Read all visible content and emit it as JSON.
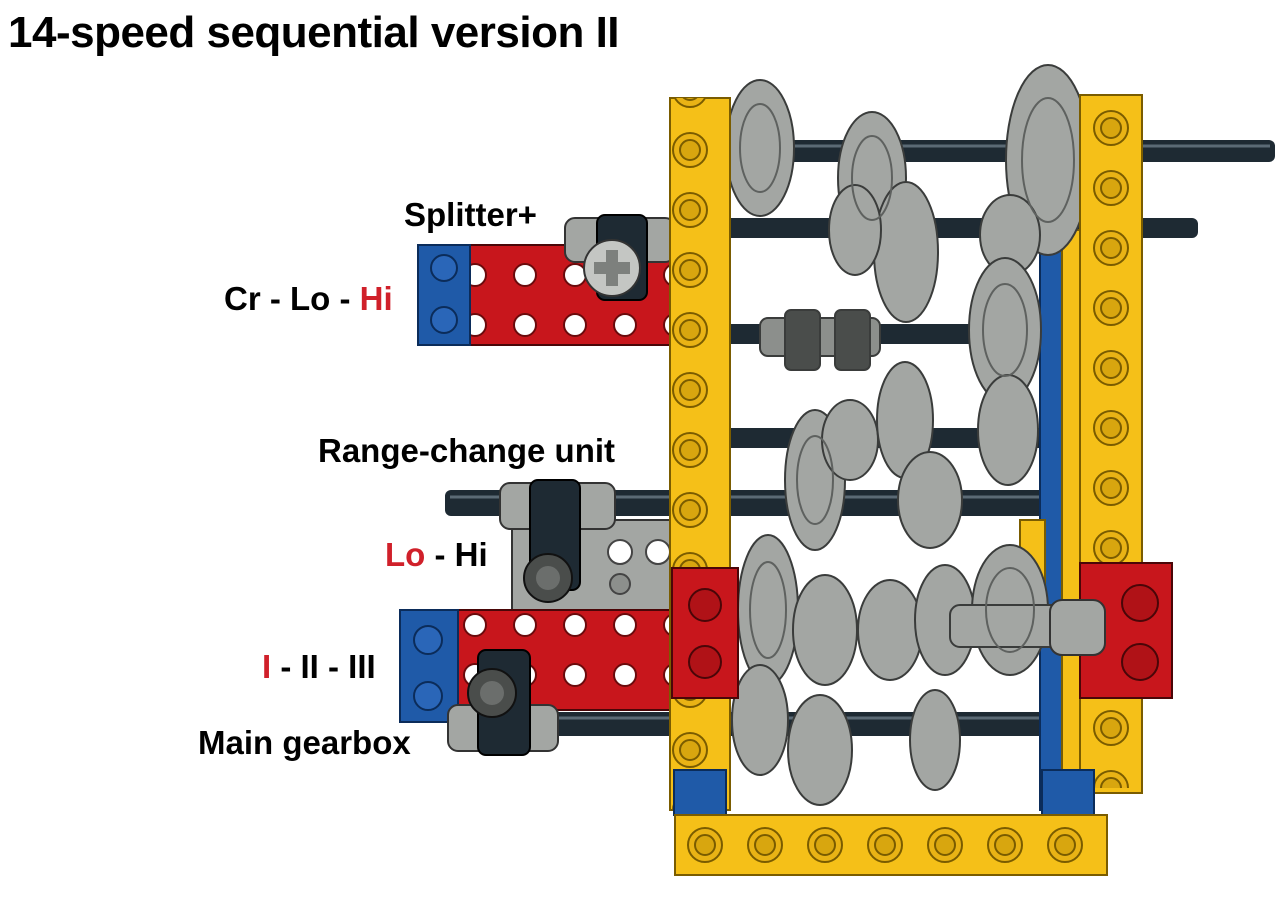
{
  "title": "14-speed sequential version II",
  "labels": {
    "splitter": "Splitter+",
    "cr_lo_hi": {
      "a": "Cr - Lo - ",
      "b": "Hi"
    },
    "range_change": "Range-change unit",
    "lo_hi": {
      "a": "Lo",
      "b": " - Hi"
    },
    "gears": {
      "a": "I",
      "b": " - II - III"
    },
    "main_gearbox": "Main gearbox"
  },
  "colors": {
    "yellow": "#f5c018",
    "red": "#c8161c",
    "blue": "#1f5aa8",
    "gray": "#a3a6a3",
    "dark_gray": "#626563",
    "axle": "#1e2a33",
    "label_red": "#d0202a"
  },
  "icons": [
    "gear-icon",
    "axle-icon",
    "beam-icon",
    "shift-fork-icon"
  ]
}
